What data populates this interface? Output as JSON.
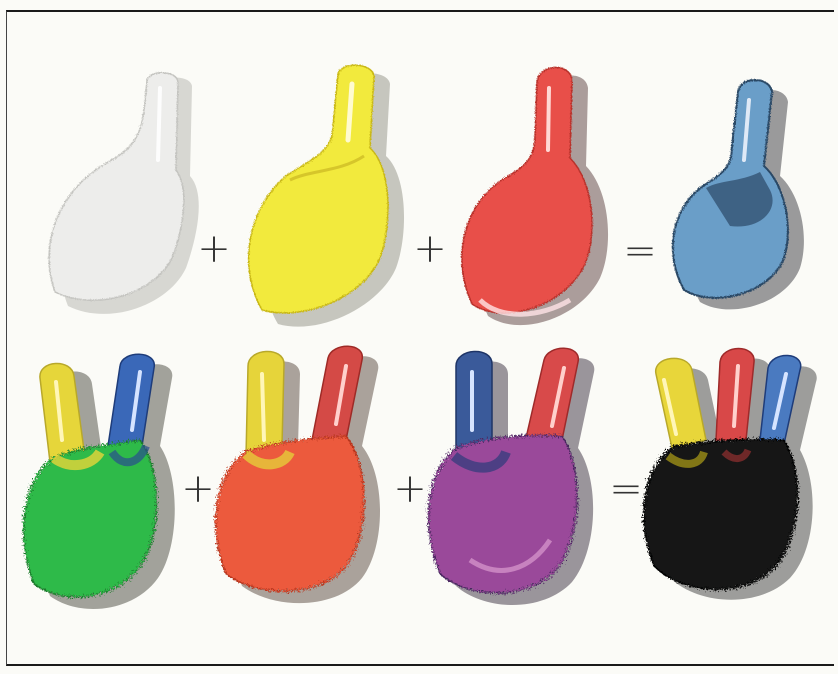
{
  "operators": {
    "plus": "+",
    "equals": "="
  },
  "rows": [
    {
      "tubes": [
        {
          "name": "white",
          "body": "#ededeb",
          "shade": "#b9b9b5",
          "nozzles": [
            "#f0f0ee"
          ]
        },
        {
          "name": "yellow",
          "body": "#f2ea3c",
          "shade": "#c9b818",
          "nozzles": [
            "#f0e23a"
          ]
        },
        {
          "name": "red",
          "body": "#e8504a",
          "shade": "#b8302c",
          "nozzles": [
            "#e04a46"
          ]
        },
        {
          "name": "blue",
          "body": "#6a9ec8",
          "shade": "#2c4866",
          "nozzles": [
            "#4a6fa0"
          ]
        }
      ]
    },
    {
      "tubes": [
        {
          "name": "green",
          "body": "#2fba4a",
          "shade": "#1a7a2c",
          "nozzles": [
            "#e6d63a",
            "#3a68b8"
          ]
        },
        {
          "name": "orange-red",
          "body": "#ec5a3e",
          "shade": "#b8361f",
          "nozzles": [
            "#e6d43a",
            "#d44a46"
          ]
        },
        {
          "name": "purple",
          "body": "#9a4a9a",
          "shade": "#4a2860",
          "nozzles": [
            "#3a5a9a",
            "#d84a4a"
          ]
        },
        {
          "name": "black",
          "body": "#121514",
          "shade": "#000000",
          "nozzles": [
            "#e8d63a",
            "#d84848",
            "#4a7ac0"
          ]
        }
      ]
    }
  ]
}
